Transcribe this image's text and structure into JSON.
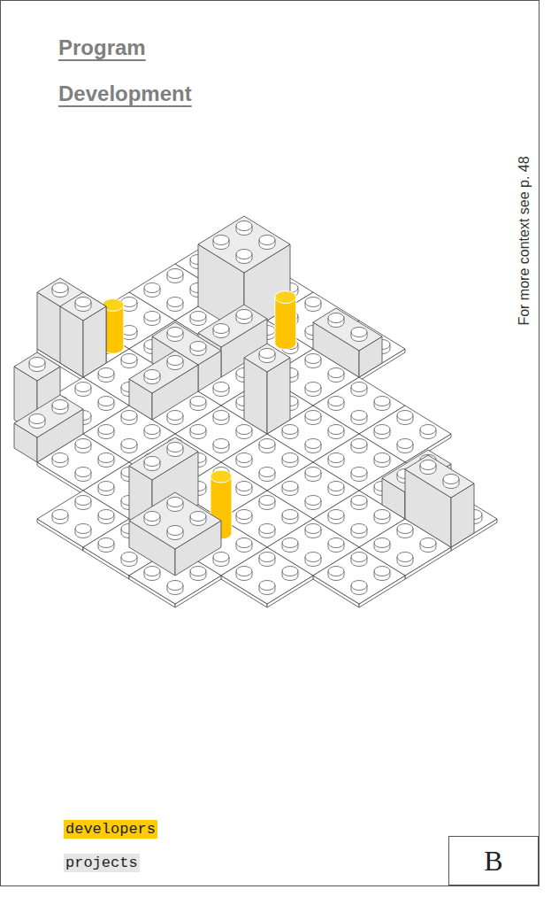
{
  "diagram": {
    "title": "Program Development",
    "labels": [
      "For more context see p. 48",
      "B"
    ],
    "legend": [
      {
        "text": "developers",
        "color": "#ffcc00"
      },
      {
        "text": "projects",
        "color": "#e6e6e6"
      }
    ]
  }
}
